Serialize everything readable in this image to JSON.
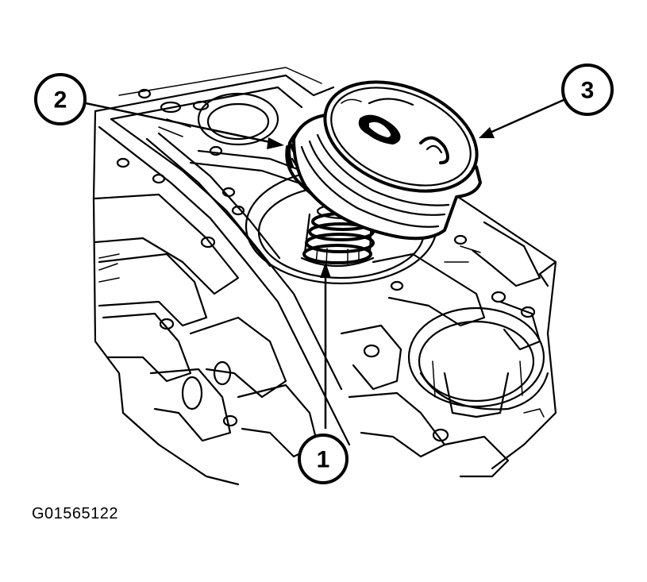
{
  "figure": {
    "code": "G01565122",
    "callouts": [
      {
        "id": "1",
        "label": "1"
      },
      {
        "id": "2",
        "label": "2"
      },
      {
        "id": "3",
        "label": "3"
      }
    ]
  },
  "colors": {
    "line": "#000000",
    "background": "#ffffff"
  }
}
